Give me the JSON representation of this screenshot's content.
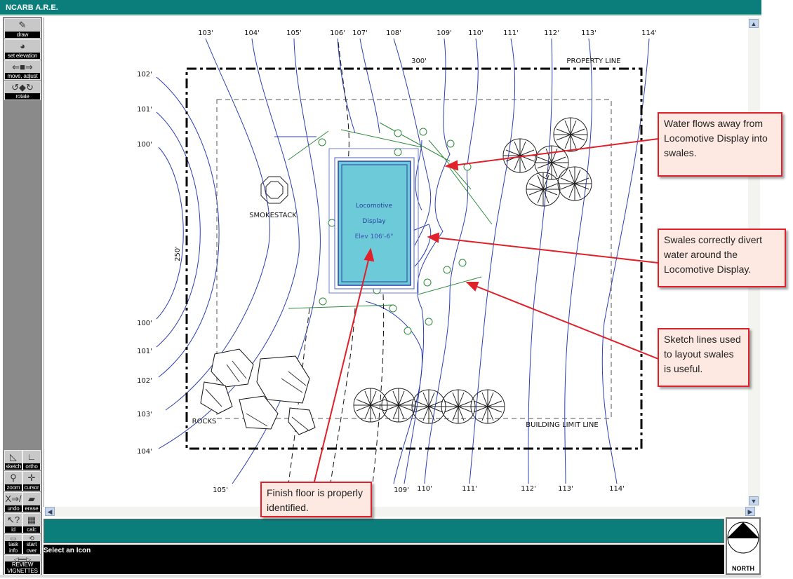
{
  "window": {
    "title": "NCARB A.R.E."
  },
  "toolbar": {
    "top": [
      {
        "label": "draw",
        "icon": "pencil-icon"
      },
      {
        "label": "set elevation",
        "icon": "elevation-icon"
      },
      {
        "label": "move, adjust",
        "icon": "move-icon"
      },
      {
        "label": "rotate",
        "icon": "rotate-icon"
      }
    ],
    "bottom": [
      {
        "label": "sketch",
        "icon": "sketch-icon"
      },
      {
        "label": "ortho",
        "icon": "ortho-icon"
      },
      {
        "label": "zoom",
        "icon": "zoom-icon"
      },
      {
        "label": "cursor",
        "icon": "cursor-icon"
      },
      {
        "label": "undo",
        "icon": "undo-icon"
      },
      {
        "label": "erase",
        "icon": "eraser-icon"
      },
      {
        "label": "id",
        "icon": "id-icon"
      },
      {
        "label": "calc",
        "icon": "calculator-icon"
      },
      {
        "label": "task info",
        "icon": "task-info-icon"
      },
      {
        "label": "start over",
        "icon": "start-over-icon"
      }
    ],
    "review": "REVIEW VIGNETTES"
  },
  "drawing": {
    "top_contours": [
      "103'",
      "104'",
      "105'",
      "106'",
      "107'",
      "108'",
      "109'",
      "110'",
      "111'",
      "112'",
      "113'",
      "114'"
    ],
    "left_contours": [
      "102'",
      "101'",
      "100'",
      "100'",
      "101'",
      "102'",
      "103'",
      "104'"
    ],
    "bottom_contours": [
      "105'",
      "109'",
      "110'",
      "111'",
      "112'",
      "113'",
      "114'"
    ],
    "dim_width": "300'",
    "dim_depth": "250'",
    "property_line": "PROPERTY LINE",
    "building_limit": "BUILDING LIMIT LINE",
    "smokestack": "SMOKESTACK",
    "rocks": "ROCKS",
    "display": {
      "line1": "Locomotive",
      "line2": "Display",
      "line3": "Elev 106'-6\""
    }
  },
  "callouts": [
    "Water flows away from Locomotive Display into swales.",
    "Swales correctly divert water around the Locomotive Display.",
    "Sketch lines used to layout swales is useful.",
    "Finish floor is properly identified."
  ],
  "status": {
    "message": "Select an Icon"
  },
  "north": {
    "label": "NORTH"
  },
  "colors": {
    "teal": "#0b7d7b",
    "callout_border": "#e0202a",
    "display_fill": "#6dcbd9"
  }
}
